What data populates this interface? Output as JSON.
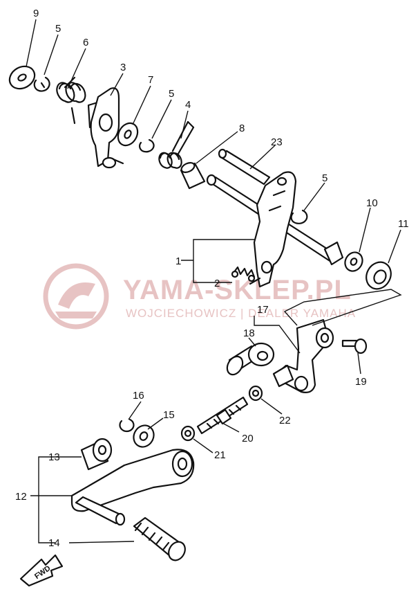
{
  "watermark": {
    "title": "YAMA-SKLEP.PL",
    "subtitle": "WOJCIECHOWICZ | DEALER YAMAHA",
    "color": "#e7c3c3"
  },
  "direction_label": "FWD",
  "callouts": {
    "c1": "1",
    "c2": "2",
    "c3": "3",
    "c4": "4",
    "c5a": "5",
    "c5b": "5",
    "c5c": "5",
    "c6": "6",
    "c7": "7",
    "c8": "8",
    "c9": "9",
    "c10": "10",
    "c11": "11",
    "c12": "12",
    "c13": "13",
    "c14": "14",
    "c15": "15",
    "c16": "16",
    "c17": "17",
    "c18": "18",
    "c19": "19",
    "c20": "20",
    "c21": "21",
    "c22": "22",
    "c23": "23"
  }
}
